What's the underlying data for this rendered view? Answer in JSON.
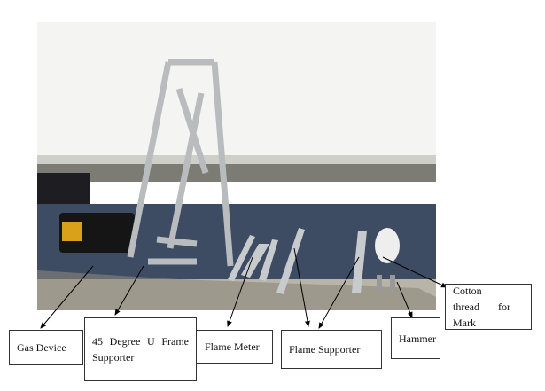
{
  "labels": {
    "gas_device": "Gas Device",
    "frame_supporter": "45 Degree U Frame Supporter",
    "flame_meter": "Flame Meter",
    "flame_supporter": "Flame Supporter",
    "hammer": "Hammer",
    "cotton_thread": "Cotton thread for Mark"
  }
}
